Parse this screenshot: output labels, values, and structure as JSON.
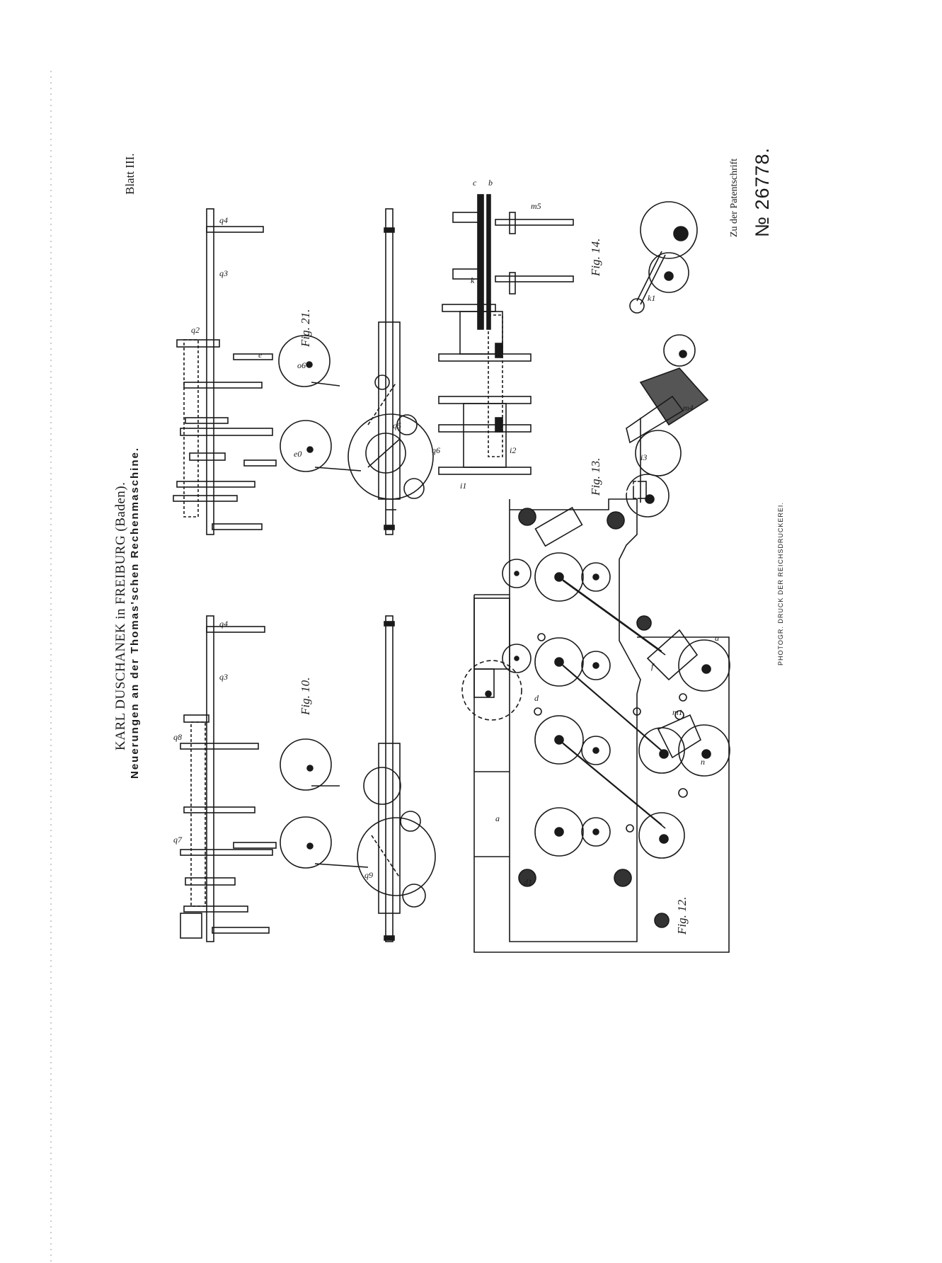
{
  "header": {
    "author": "KARL DUSCHANEK in FREIBURG (Baden).",
    "title": "Neuerungen an der Thomas'schen Rechenmaschine.",
    "sheet": "Blatt III."
  },
  "footer": {
    "patent_caption": "Zu der Patentschrift",
    "patent_number": "№ 26778.",
    "printer": "PHOTOGR. DRUCK DER REICHSDRUCKEREI."
  },
  "figures": {
    "fig10": "Fig. 10.",
    "fig21": "Fig. 21.",
    "fig12": "Fig. 12.",
    "fig13": "Fig. 13.",
    "fig14": "Fig. 14."
  },
  "labels": {
    "q4": "q4",
    "q3": "q3",
    "q2": "q2",
    "q7": "q7",
    "q8": "q8",
    "q9": "q9",
    "e": "e",
    "e0": "e0",
    "o6": "o6",
    "q5": "q5",
    "q6": "q6",
    "a": "a",
    "d": "d",
    "d1": "d1",
    "f": "f",
    "n": "n",
    "m1": "m1",
    "m4": "m4",
    "m5": "m5",
    "k": "k",
    "k1": "k1",
    "c": "c",
    "b": "b",
    "i1": "i1",
    "i2": "i2",
    "i3": "i3"
  },
  "colors": {
    "ink": "#1a1a1a",
    "paper": "#ffffff"
  }
}
